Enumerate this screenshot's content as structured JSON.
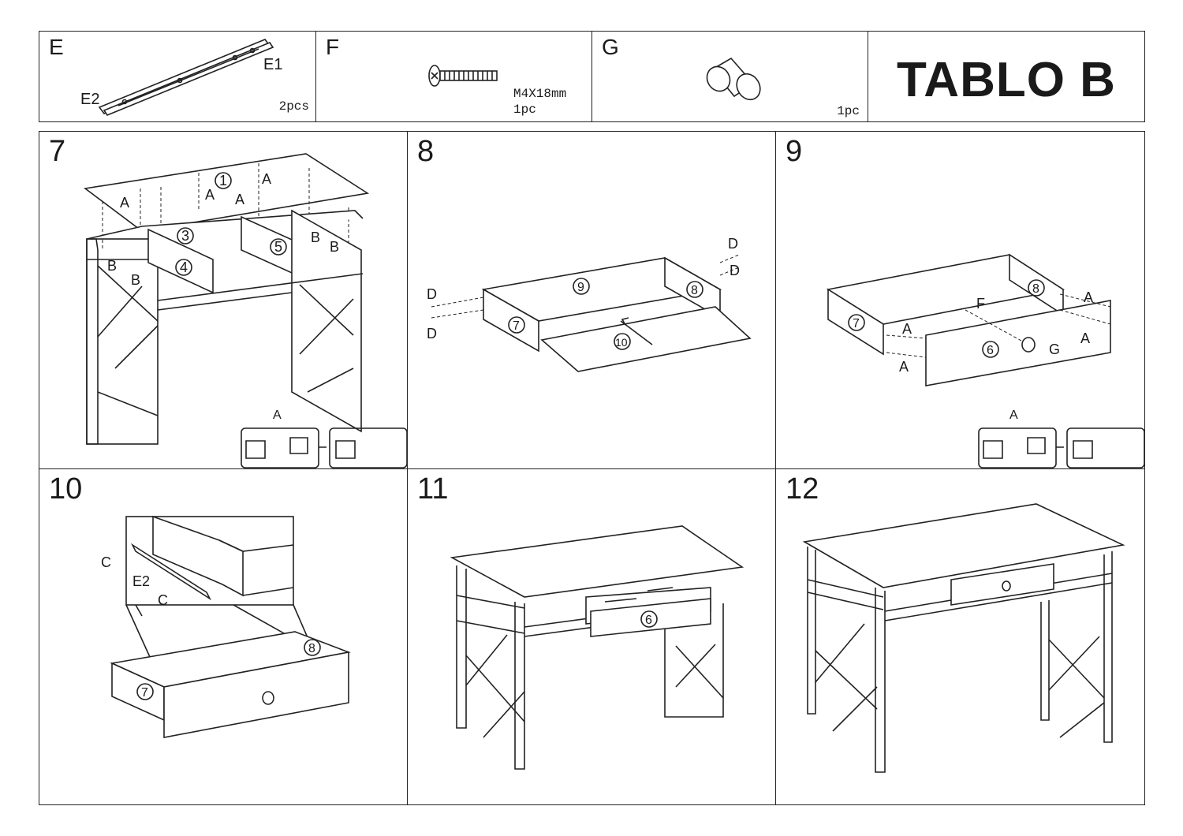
{
  "parts": [
    {
      "letter": "E",
      "labels": [
        "E1",
        "E2"
      ],
      "qty": "2pcs"
    },
    {
      "letter": "F",
      "size": "M4X18mm",
      "qty": "1pc"
    },
    {
      "letter": "G",
      "qty": "1pc"
    }
  ],
  "title": "TABLO B",
  "steps": [
    {
      "num": "7",
      "callouts": [
        "A",
        "B",
        "1",
        "3",
        "4",
        "5"
      ]
    },
    {
      "num": "8",
      "callouts": [
        "D",
        "9",
        "8",
        "7",
        "10"
      ]
    },
    {
      "num": "9",
      "callouts": [
        "A",
        "F",
        "G",
        "6",
        "7",
        "8"
      ]
    },
    {
      "num": "10",
      "callouts": [
        "C",
        "E2",
        "7",
        "8"
      ]
    },
    {
      "num": "11",
      "callouts": [
        "6"
      ]
    },
    {
      "num": "12",
      "callouts": []
    }
  ]
}
